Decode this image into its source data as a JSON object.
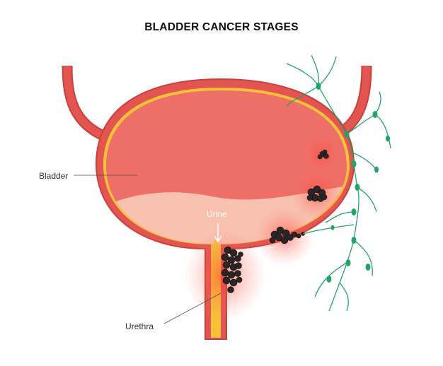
{
  "title": "BLADDER CANCER STAGES",
  "labels": {
    "bladder": "Bladder",
    "urine": "Urine",
    "urethra": "Urethra"
  },
  "colors": {
    "wall": "#e25550",
    "wall_outline": "#c9403c",
    "lining": "#f7c13a",
    "interior": "#ee6e68",
    "urine": "#f9c1b0",
    "tumor": "#2b2526",
    "glow": "#ff3b30",
    "lymph": "#22a36a"
  }
}
